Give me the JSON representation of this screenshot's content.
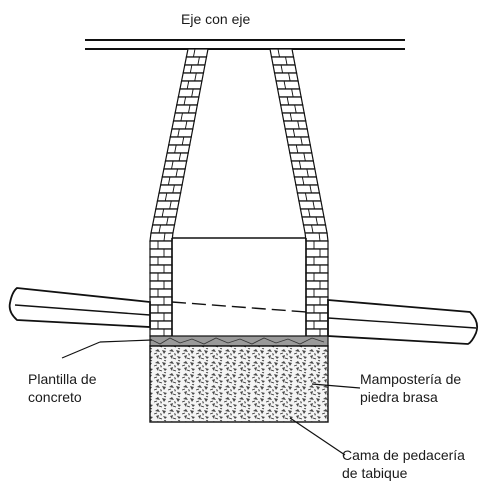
{
  "labels": {
    "top": "Eje con eje",
    "plantilla": [
      "Plantilla de",
      "concreto"
    ],
    "mamposteria": [
      "Mampostería de",
      "piedra brasa"
    ],
    "cama": [
      "Cama de pedacería",
      "de tabique"
    ]
  }
}
